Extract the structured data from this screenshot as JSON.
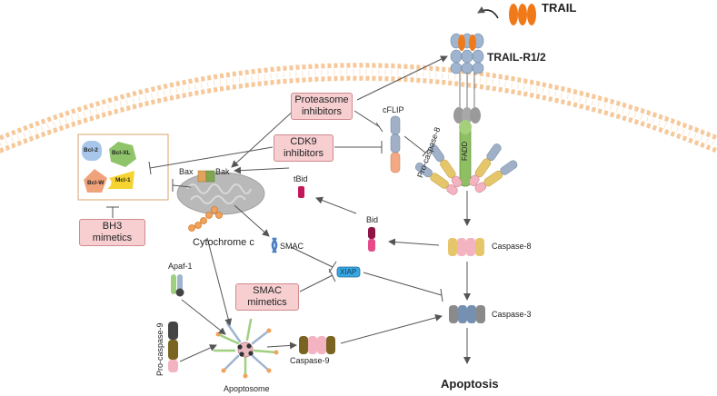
{
  "labels": {
    "trail": "TRAIL",
    "trail_receptor": "TRAIL-R1/2",
    "cflip": "cFLIP",
    "fadd": "FADD",
    "pro_caspase_8": "Pro-caspase-8",
    "bax": "Bax",
    "bak": "Bak",
    "tbid": "tBid",
    "bid": "Bid",
    "cytochrome_c": "Cytochrome c",
    "smac": "SMAC",
    "xiap": "XIAP",
    "apaf1": "Apaf-1",
    "pro_caspase_9": "Pro-caspase-9",
    "caspase_9": "Caspase-9",
    "apoptosome": "Apoptosome",
    "caspase_8": "Caspase-8",
    "caspase_3": "Caspase-3",
    "apoptosis": "Apoptosis"
  },
  "bcl2_family": [
    "Bcl-2",
    "Bcl-XL",
    "Bcl-W",
    "Mcl-1"
  ],
  "inhibitors": {
    "proteasome": [
      "Proteasome",
      "inhibitors"
    ],
    "cdk9": [
      "CDK9",
      "inhibitors"
    ],
    "bh3": [
      "BH3",
      "mimetics"
    ],
    "smac": [
      "SMAC",
      "mimetics"
    ]
  },
  "colors": {
    "trail_orange": "#f07a1a",
    "receptor_blue": "#9fb5cf",
    "fadd_green": "#8fbf63",
    "membrane": "#f6c89a",
    "mitochondrion": "#b9b9b9",
    "inhibitor_box": "#f7cfd1",
    "bid_magenta": "#c2185b",
    "xiap_blue": "#3aa6e0"
  }
}
